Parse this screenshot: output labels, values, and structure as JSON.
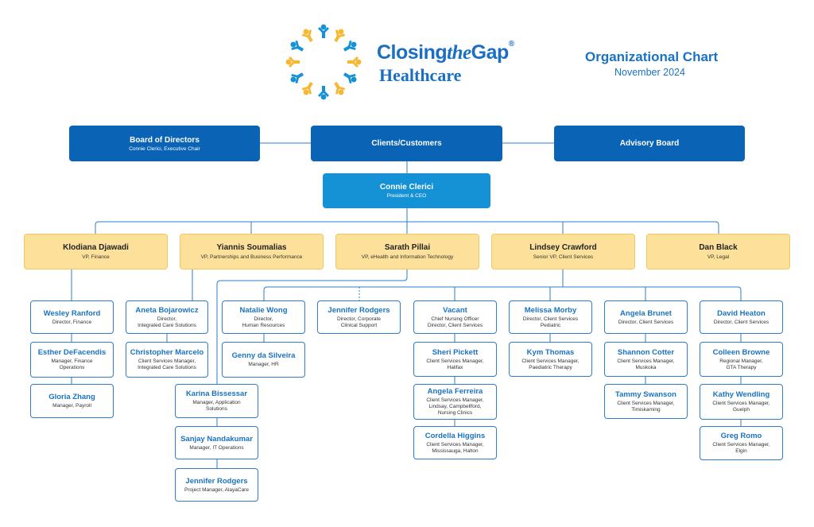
{
  "header": {
    "brand_part1": "Closing",
    "brand_part2": "the",
    "brand_part3": "Gap",
    "brand_mark": "®",
    "brand_line2": "Healthcare",
    "chart_title": "Organizational Chart",
    "chart_date": "November 2024",
    "logo_icon": "people-circle-logo-icon",
    "colors": {
      "blue": "#0a63b5",
      "light_blue": "#1592d6",
      "yellow": "#fde19a",
      "logo_yellow": "#f5b82e",
      "logo_blue": "#1592d6"
    }
  },
  "top": {
    "board": {
      "title": "Board of Directors",
      "subtitle": "Connie Clerici, Executive Chair"
    },
    "clients": {
      "title": "Clients/Customers"
    },
    "advisory": {
      "title": "Advisory Board"
    }
  },
  "ceo": {
    "name": "Connie Clerici",
    "title": "President & CEO"
  },
  "vps": [
    {
      "name": "Klodiana Djawadi",
      "title": "VP, Finance"
    },
    {
      "name": "Yiannis Soumalias",
      "title": "VP, Partnerships and Business Performance"
    },
    {
      "name": "Sarath Pillai",
      "title": "VP, eHealth and Information Technology"
    },
    {
      "name": "Lindsey Crawford",
      "title": "Senior VP, Client Services"
    },
    {
      "name": "Dan Black",
      "title": "VP, Legal"
    }
  ],
  "finance": [
    {
      "name": "Wesley Ranford",
      "title": "Director, Finance"
    },
    {
      "name": "Esther DeFacendis",
      "title": "Manager, Finance\nOperations"
    },
    {
      "name": "Gloria Zhang",
      "title": "Manager, Payroll"
    }
  ],
  "partnerships": [
    {
      "name": "Aneta Bojarowicz",
      "title": "Director,\nIntegrated Care Solutions"
    },
    {
      "name": "Christopher Marcelo",
      "title": "Client Services Manager,\nIntegrated Care Solutions"
    }
  ],
  "it": [
    {
      "name": "Karina Bissessar",
      "title": "Manager, Application\nSolutions"
    },
    {
      "name": "Sanjay Nandakumar",
      "title": "Manager, IT Operations"
    },
    {
      "name": "Jennifer Rodgers",
      "title": "Project Manager, AlayaCare"
    }
  ],
  "hr": [
    {
      "name": "Natalie Wong",
      "title": "Director,\nHuman Resources"
    },
    {
      "name": "Genny da Silveira",
      "title": "Manager, HR"
    }
  ],
  "clinical": {
    "name": "Jennifer Rodgers",
    "title": "Director, Corporate\nClinical Support"
  },
  "nursing": [
    {
      "name": "Vacant",
      "title": "Chief Nursing Officer\nDirector, Client Services"
    },
    {
      "name": "Sheri Pickett",
      "title": "Client Services Manager,\nHalifax"
    },
    {
      "name": "Angela Ferreira",
      "title": "Client Services Manager,\nLindsay, Campbellford,\nNursing Clinics"
    },
    {
      "name": "Cordella Higgins",
      "title": "Client Services Manager,\nMississauga, Halton"
    }
  ],
  "pediatric": [
    {
      "name": "Melissa Morby",
      "title": "Director, Client Services\nPediatric"
    },
    {
      "name": "Kym Thomas",
      "title": "Client Services Manager,\nPaediatric Therapy"
    }
  ],
  "brunet": [
    {
      "name": "Angela Brunet",
      "title": "Director, Client Services"
    },
    {
      "name": "Shannon Cotter",
      "title": "Client Services Manager,\nMuskoka"
    },
    {
      "name": "Tammy Swanson",
      "title": "Client Services Manager,\nTimiskaming"
    }
  ],
  "heaton": [
    {
      "name": "David Heaton",
      "title": "Director, Client Services"
    },
    {
      "name": "Colleen Browne",
      "title": "Regional Manager,\nGTA Therapy"
    },
    {
      "name": "Kathy Wendling",
      "title": "Client Services Manager,\nGuelph"
    },
    {
      "name": "Greg Romo",
      "title": "Client Services Manager,\nElgin"
    }
  ]
}
